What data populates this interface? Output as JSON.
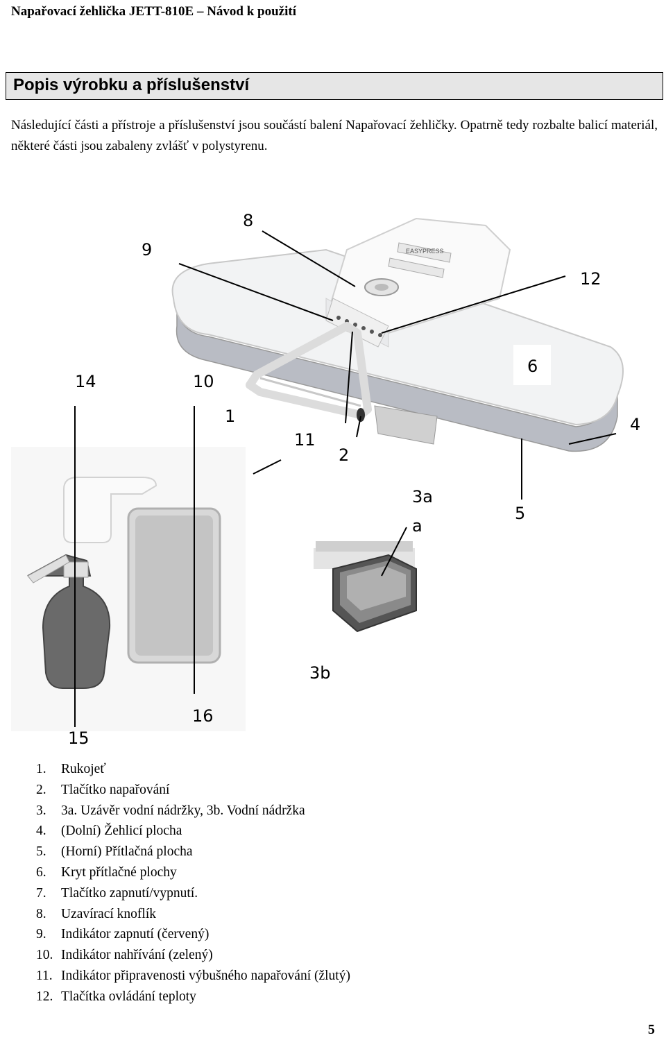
{
  "header": {
    "running_title": "Napařovací žehlička JETT-810E – Návod k použití"
  },
  "section": {
    "title": "Popis výrobku a příslušenství"
  },
  "intro": "Následující části a přístroje a příslušenství jsou součástí balení Napařovací žehličky. Opatrně tedy rozbalte balicí materiál, některé části jsou zabaleny zvlášť v polystyrenu.",
  "figure": {
    "brand_text": "EASYPRESS",
    "callouts": [
      "8",
      "9",
      "12",
      "6",
      "14",
      "10",
      "1",
      "11",
      "2",
      "4",
      "3a",
      "a",
      "5",
      "3b",
      "16",
      "15"
    ]
  },
  "parts": [
    {
      "num": "1.",
      "label": "Rukojeť"
    },
    {
      "num": "2.",
      "label": "Tlačítko napařování"
    },
    {
      "num": "3.",
      "label": "3a. Uzávěr vodní nádržky, 3b. Vodní nádržka"
    },
    {
      "num": "4.",
      "label": "(Dolní) Žehlicí plocha"
    },
    {
      "num": "5.",
      "label": "(Horní) Přítlačná plocha"
    },
    {
      "num": "6.",
      "label": "Kryt přítlačné plochy"
    },
    {
      "num": "7.",
      "label": "Tlačítko zapnutí/vypnutí."
    },
    {
      "num": "8.",
      "label": "Uzavírací knoflík"
    },
    {
      "num": "9.",
      "label": "Indikátor zapnutí (červený)"
    },
    {
      "num": "10.",
      "label": "Indikátor nahřívání (zelený)"
    },
    {
      "num": "11.",
      "label": "Indikátor připravenosti výbušného napařování (žlutý)"
    },
    {
      "num": "12.",
      "label": "Tlačítka ovládání teploty"
    }
  ],
  "page_number": "5"
}
